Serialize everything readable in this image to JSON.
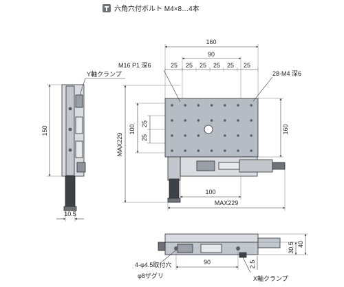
{
  "header": {
    "icon": "hex-socket-bolt-icon",
    "text": "六角穴付ボルト M4×8…4本"
  },
  "top_view": {
    "width_total": "160",
    "width_inner": "90",
    "pitch_row": [
      "25",
      "25",
      "25",
      "25",
      "25",
      "25"
    ],
    "pitch_col": [
      "25",
      "25"
    ],
    "center_tap": "M16 P1 深6",
    "side_tap": "28-M4 深6",
    "height_inner": "100",
    "height_total": "160",
    "max_y": "MAX229",
    "bottom_inner": "100",
    "max_x": "MAX229"
  },
  "side_view": {
    "y_clamp": "Y軸クランプ",
    "height": "150",
    "foot": "10.5"
  },
  "front_view": {
    "h1": "30.5",
    "h2": "40",
    "holes": "4-φ4.5取付穴",
    "counterbore": "φ8ザグリ",
    "pitch": "90",
    "offset": "2.5",
    "x_clamp": "X軸クランプ"
  },
  "colors": {
    "plate": "#b6bcc4",
    "part_dark": "#3d4248",
    "part_light": "#d9dde2"
  }
}
